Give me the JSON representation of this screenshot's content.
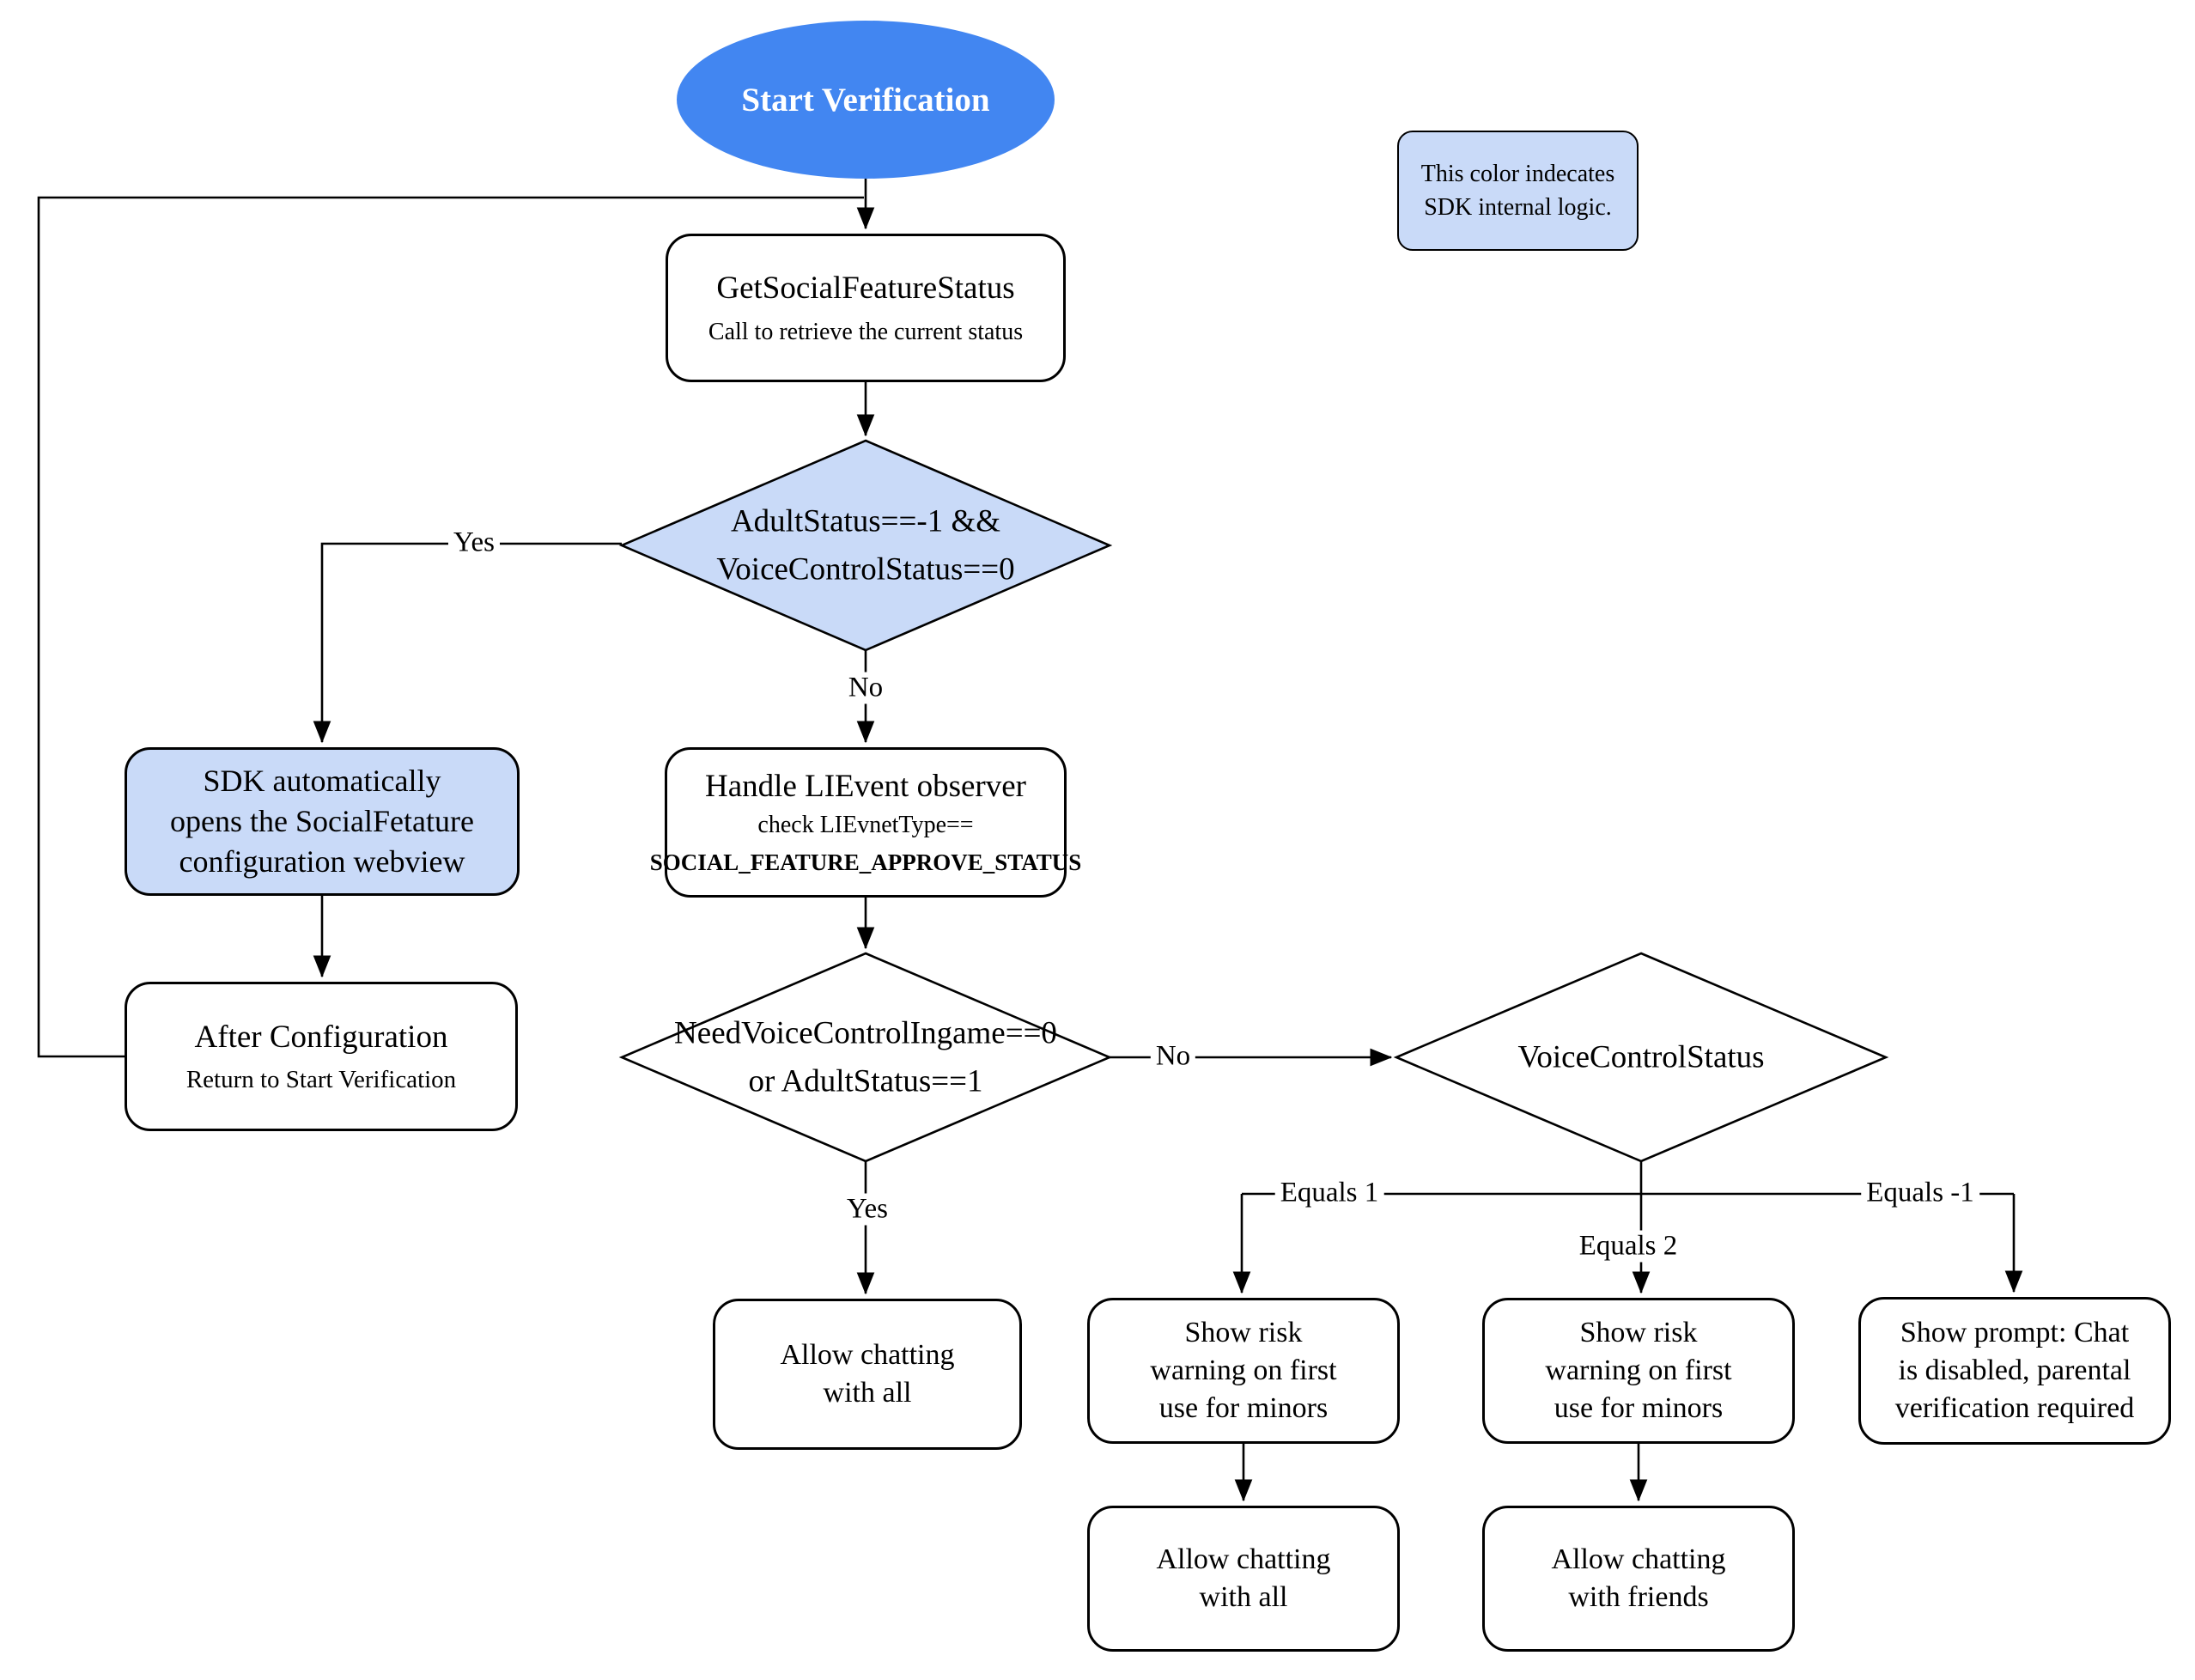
{
  "diagram": {
    "nodes": {
      "start": {
        "label": "Start Verification"
      },
      "legend": {
        "lines": [
          "This color indecates",
          "SDK internal logic."
        ]
      },
      "get_status": {
        "title": "GetSocialFeatureStatus",
        "subtitle": "Call to retrieve the current status"
      },
      "decision_adult_status": {
        "lines": [
          "AdultStatus==-1 &&",
          "VoiceControlStatus==0"
        ]
      },
      "sdk_webview": {
        "lines": [
          "SDK automatically",
          "opens the SocialFetature",
          "configuration webview"
        ]
      },
      "after_config": {
        "title": "After Configuration",
        "subtitle": "Return to Start Verification"
      },
      "handle_event": {
        "title": "Handle LIEvent observer",
        "check_line": "check LIEvnetType==",
        "constant": "SOCIAL_FEATURE_APPROVE_STATUS"
      },
      "decision_need_voice": {
        "lines": [
          "NeedVoiceControlIngame==0",
          "or AdultStatus==1"
        ]
      },
      "decision_voice_status": {
        "label": "VoiceControlStatus"
      },
      "allow_all_yes": {
        "lines": [
          "Allow chatting",
          "with all"
        ]
      },
      "risk_warning_1": {
        "lines": [
          "Show risk",
          "warning on first",
          "use for minors"
        ]
      },
      "allow_all_eq1": {
        "lines": [
          "Allow chatting",
          "with all"
        ]
      },
      "risk_warning_2": {
        "lines": [
          "Show risk",
          "warning on first",
          "use for minors"
        ]
      },
      "allow_friends": {
        "lines": [
          "Allow chatting",
          "with friends"
        ]
      },
      "disabled_prompt": {
        "lines": [
          "Show prompt: Chat",
          "is disabled, parental",
          "verification required"
        ]
      }
    },
    "edge_labels": {
      "yes1": "Yes",
      "no1": "No",
      "yes2": "Yes",
      "no2": "No",
      "equals1": "Equals 1",
      "equals2": "Equals 2",
      "equals_minus1": "Equals -1"
    },
    "colors": {
      "primary_blue": "#4286f1",
      "light_blue": "#c9daf8",
      "stroke": "#000000",
      "background": "#ffffff"
    }
  }
}
